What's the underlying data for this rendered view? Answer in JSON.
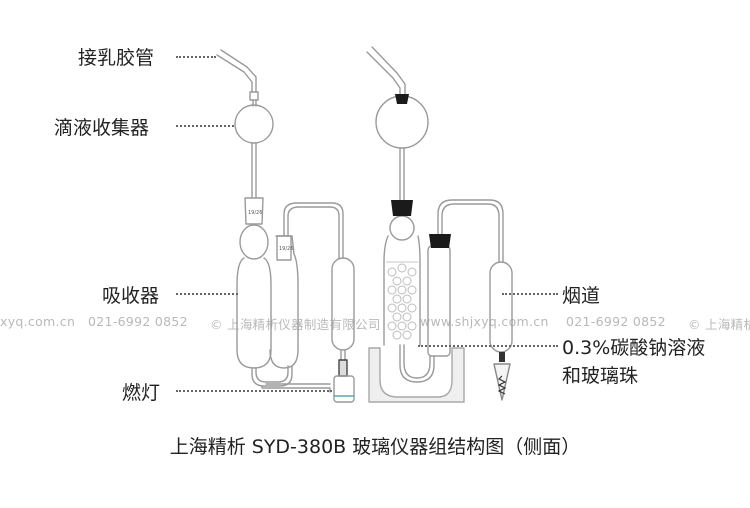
{
  "labels": {
    "rubber_tube": "接乳胶管",
    "drip_collector": "滴液收集器",
    "absorber": "吸收器",
    "burner": "燃灯",
    "chimney": "烟道",
    "solution_line1": "0.3%碳酸钠溶液",
    "solution_line2": "和玻璃珠"
  },
  "caption": "上海精析 SYD-380B 玻璃仪器组结构图（侧面）",
  "watermark": {
    "site_a": "xyq.com.cn",
    "phone": "021-6992 0852",
    "company": "© 上海精析仪器制造有限公司",
    "site_b": "www.shjxyq.com.cn",
    "phone2": "021-6992 0852",
    "company_short": "© 上海精析"
  },
  "joint_marks": {
    "left": "19/26",
    "right": "19/26"
  },
  "colors": {
    "glass_outline": "#9a9a9a",
    "stopper": "#1a1a1a",
    "text": "#222222",
    "watermark": "#b9b9b9"
  }
}
